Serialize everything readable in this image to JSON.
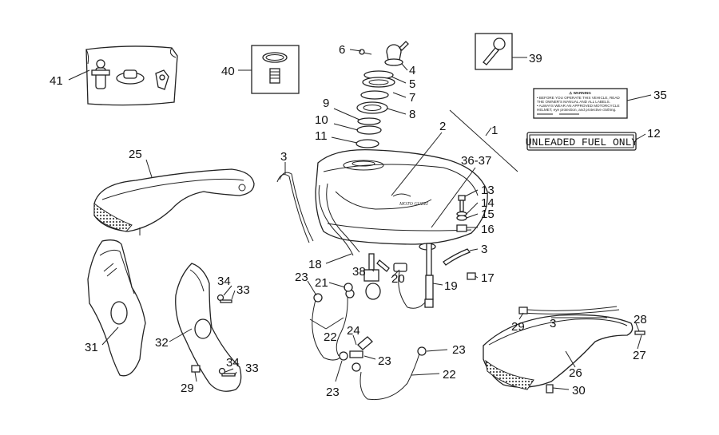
{
  "diagram": {
    "decal_unleaded": "UNLEADED FUEL ONLY",
    "decal_warning": {
      "heading": "⚠ WARNING",
      "lines": [
        "• BEFORE YOU OPERATE THIS VEHICLE, READ",
        "THE OWNER'S MANUAL AND ALL LABELS.",
        "• ALWAYS WEAR AN APPROVED MOTORCYCLE",
        "HELMET, eye protection, and protective clothing."
      ]
    },
    "tank_logo": "MOTO GUZZI",
    "callouts": {
      "c1": "1",
      "c2": "2",
      "c3a": "3",
      "c3b": "3",
      "c3c": "3",
      "c4": "4",
      "c5": "5",
      "c6": "6",
      "c7": "7",
      "c8": "8",
      "c9": "9",
      "c10": "10",
      "c11": "11",
      "c12": "12",
      "c13": "13",
      "c14": "14",
      "c15": "15",
      "c16": "16",
      "c17": "17",
      "c18": "18",
      "c19": "19",
      "c20": "20",
      "c21": "21",
      "c22a": "22",
      "c22b": "22",
      "c23a": "23",
      "c23b": "23",
      "c23c": "23",
      "c23d": "23",
      "c24": "24",
      "c25": "25",
      "c26": "26",
      "c27": "27",
      "c28": "28",
      "c29a": "29",
      "c29b": "29",
      "c30": "30",
      "c31": "31",
      "c32": "32",
      "c33a": "33",
      "c33b": "33",
      "c34a": "34",
      "c34b": "34",
      "c35": "35",
      "c3637": "36-37",
      "c38": "38",
      "c39": "39",
      "c40": "40",
      "c41": "41"
    }
  }
}
